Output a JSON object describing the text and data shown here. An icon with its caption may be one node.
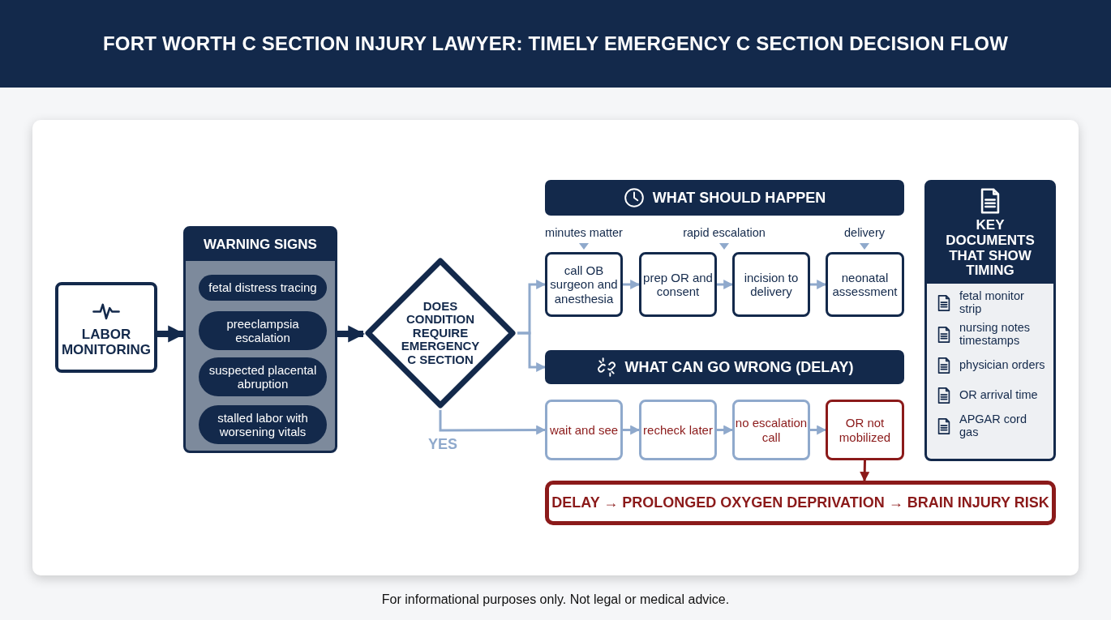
{
  "diagram": {
    "title": "FORT WORTH C SECTION INJURY LAWYER: TIMELY EMERGENCY C SECTION DECISION FLOW",
    "nodes": [
      {
        "text": [
          "LABOR MONITORING"
        ]
      },
      {
        "text": [
          "WARNING SIGNS"
        ]
      },
      {
        "text": [
          "fetal distress tracing"
        ],
        "in": 1
      },
      {
        "text": [
          "preeclampsia escalation"
        ],
        "in": 1
      },
      {
        "text": [
          "suspected placental abruption"
        ],
        "in": 1
      },
      {
        "text": [
          "stalled labor with worsening vitals"
        ],
        "in": 1
      },
      {
        "text": [
          "DOES CONDITION REQUIRE EMERGENCY C SECTION"
        ]
      },
      {
        "text": [
          "WHAT SHOULD HAPPEN"
        ]
      },
      {
        "text": [
          "call OB surgeon and anesthesia"
        ]
      },
      {
        "text": [
          "prep OR and consent"
        ]
      },
      {
        "text": [
          "incision to delivery"
        ]
      },
      {
        "text": [
          "neonatal assessment"
        ]
      },
      {
        "text": [
          "WHAT CAN GO WRONG (DELAY)"
        ]
      },
      {
        "text": [
          "wait and see"
        ]
      },
      {
        "text": [
          "recheck later"
        ]
      },
      {
        "text": [
          "no escalation call"
        ]
      },
      {
        "text": [
          "OR not mobilized"
        ]
      },
      {
        "text": [
          "DELAY → PROLONGED OXYGEN DEPRIVATION → BRAIN INJURY RISK"
        ]
      },
      {
        "text": [
          "KEY DOCUMENTS THAT SHOW TIMING",
          "fetal monitor strip",
          "nursing notes timestamps",
          "physician orders",
          "OR arrival time",
          "APGAR cord gas"
        ]
      }
    ],
    "edges": [
      {
        "from": 0,
        "to": 1,
        "arrow": "to",
        "style": "thick",
        "color": "#13294b"
      },
      {
        "from": 1,
        "to": 6,
        "arrow": "to",
        "style": "thick",
        "color": "#13294b"
      },
      {
        "from": 6,
        "to": 8,
        "arrow": "to"
      },
      {
        "from": 6,
        "to": 12,
        "arrow": "to"
      },
      {
        "from": 6,
        "to": 13,
        "arrow": "to",
        "label": "YES"
      },
      {
        "from": 8,
        "to": 9,
        "arrow": "to"
      },
      {
        "from": 9,
        "to": 10,
        "arrow": "to"
      },
      {
        "from": 10,
        "to": 11,
        "arrow": "to"
      },
      {
        "from": 13,
        "to": 14,
        "arrow": "to"
      },
      {
        "from": 14,
        "to": 15,
        "arrow": "to"
      },
      {
        "from": 15,
        "to": 16,
        "arrow": "to"
      },
      {
        "from": 16,
        "to": 17,
        "arrow": "to",
        "color": "#8b1a1a"
      }
    ],
    "labels": [
      "minutes matter",
      "rapid escalation",
      "delivery",
      "For informational purposes only. Not legal or medical advice."
    ]
  }
}
